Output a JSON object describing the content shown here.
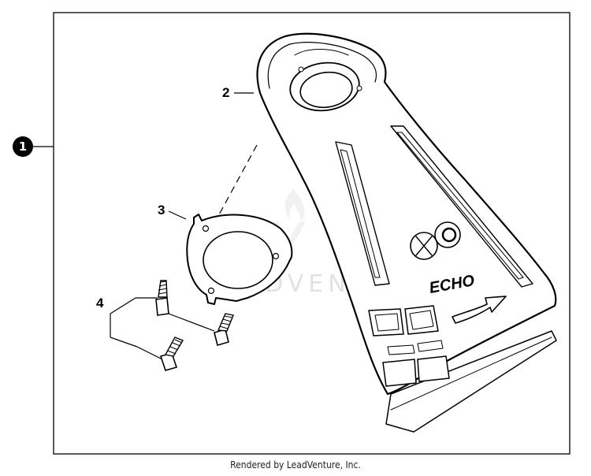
{
  "diagram": {
    "assembly_badge": "1",
    "callouts": [
      "2",
      "3",
      "4"
    ],
    "brand_mark": "ECHO",
    "watermark": "LEADVENTURE",
    "credit": "Rendered by LeadVenture, Inc."
  }
}
